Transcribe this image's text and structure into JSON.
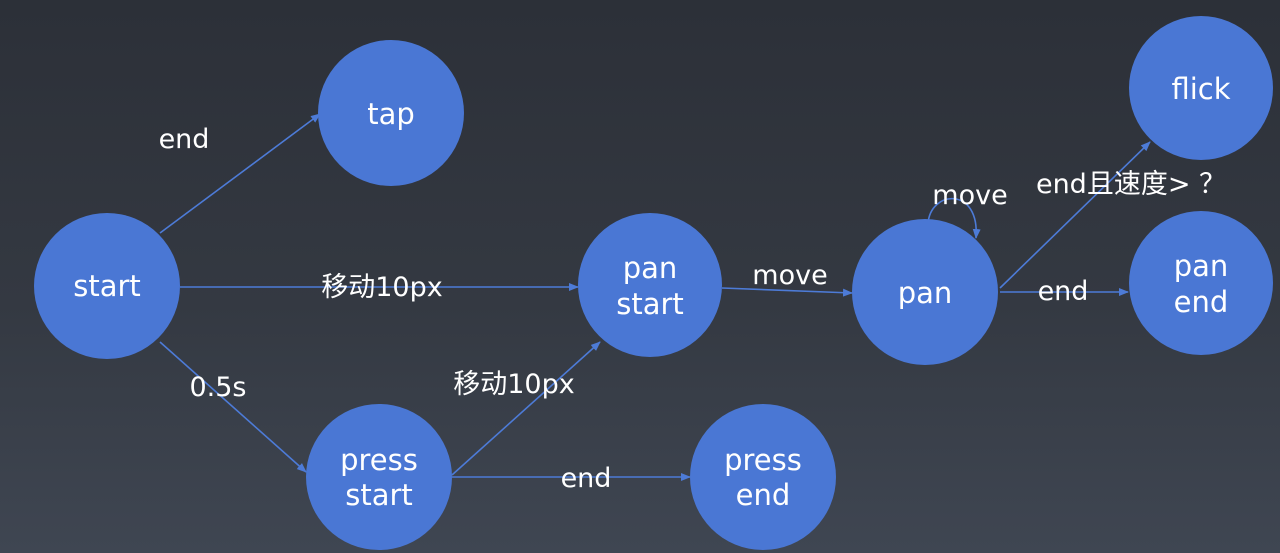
{
  "nodes": [
    {
      "id": "start",
      "lines": [
        "start"
      ]
    },
    {
      "id": "tap",
      "lines": [
        "tap"
      ]
    },
    {
      "id": "press-start",
      "lines": [
        "press",
        "start"
      ]
    },
    {
      "id": "pan-start",
      "lines": [
        "pan",
        "start"
      ]
    },
    {
      "id": "press-end",
      "lines": [
        "press",
        "end"
      ]
    },
    {
      "id": "pan",
      "lines": [
        "pan"
      ]
    },
    {
      "id": "flick",
      "lines": [
        "flick"
      ]
    },
    {
      "id": "pan-end",
      "lines": [
        "pan",
        "end"
      ]
    }
  ],
  "edges": [
    {
      "id": "start-tap",
      "from": "start",
      "to": "tap",
      "label": "end"
    },
    {
      "id": "start-pan-start",
      "from": "start",
      "to": "pan-start",
      "label": "移动10px"
    },
    {
      "id": "start-press-start",
      "from": "start",
      "to": "press-start",
      "label": "0.5s"
    },
    {
      "id": "press-start-pan-start",
      "from": "press-start",
      "to": "pan-start",
      "label": "移动10px"
    },
    {
      "id": "press-start-press-end",
      "from": "press-start",
      "to": "press-end",
      "label": "end"
    },
    {
      "id": "pan-start-pan",
      "from": "pan-start",
      "to": "pan",
      "label": "move"
    },
    {
      "id": "pan-pan",
      "from": "pan",
      "to": "pan",
      "label": "move"
    },
    {
      "id": "pan-flick",
      "from": "pan",
      "to": "flick",
      "label": "end且速度> ？"
    },
    {
      "id": "pan-pan-end",
      "from": "pan",
      "to": "pan-end",
      "label": "end"
    }
  ]
}
